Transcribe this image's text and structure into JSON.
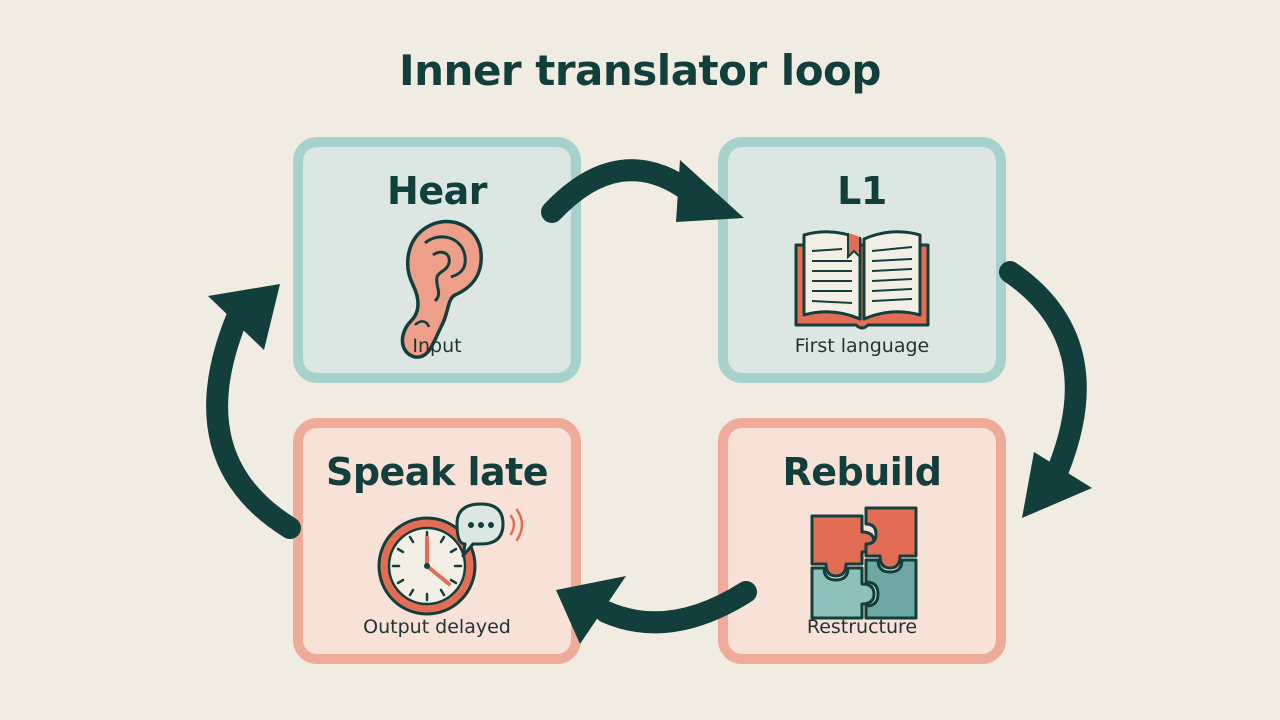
{
  "title": "Inner translator loop",
  "steps": [
    {
      "title": "Hear",
      "subtitle": "Input",
      "icon": "ear-icon"
    },
    {
      "title": "L1",
      "subtitle": "First language",
      "icon": "book-icon"
    },
    {
      "title": "Rebuild",
      "subtitle": "Restructure",
      "icon": "puzzle-icon"
    },
    {
      "title": "Speak late",
      "subtitle": "Output delayed",
      "icon": "clock-speech-icon"
    }
  ],
  "colors": {
    "background": "#f1ece2",
    "dark_teal": "#123f3c",
    "teal_border": "#a7d1cc",
    "teal_fill": "#dce6e2",
    "coral_border": "#efab9a",
    "coral_fill": "#f8e1d6",
    "coral_accent": "#e36c55",
    "teal_accent": "#6fa8a2"
  }
}
